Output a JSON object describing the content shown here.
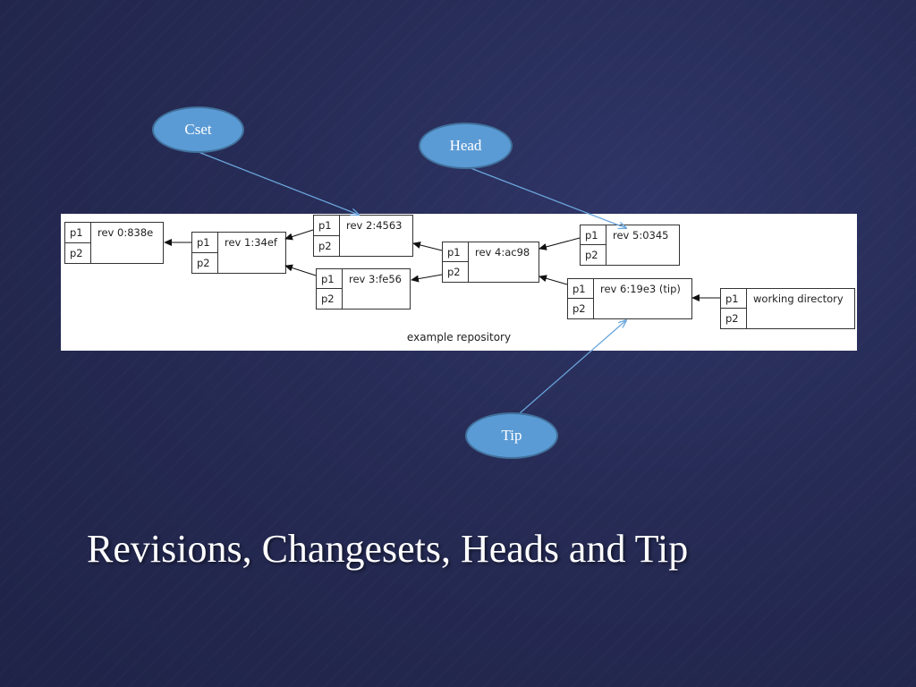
{
  "slide": {
    "title": "Revisions, Changesets, Heads and Tip"
  },
  "diagram": {
    "caption": "example repository",
    "parent_labels": {
      "p1": "p1",
      "p2": "p2"
    },
    "nodes": [
      {
        "id": "rev0",
        "rev": "rev 0:838e"
      },
      {
        "id": "rev1",
        "rev": "rev 1:34ef"
      },
      {
        "id": "rev2",
        "rev": "rev 2:4563"
      },
      {
        "id": "rev3",
        "rev": "rev 3:fe56"
      },
      {
        "id": "rev4",
        "rev": "rev 4:ac98"
      },
      {
        "id": "rev5",
        "rev": "rev 5:0345"
      },
      {
        "id": "rev6",
        "rev": "rev 6:19e3 (tip)"
      },
      {
        "id": "wd",
        "rev": "working directory"
      }
    ],
    "edges": [
      {
        "from": "rev1",
        "to": "rev0"
      },
      {
        "from": "rev2",
        "to": "rev1"
      },
      {
        "from": "rev3",
        "to": "rev1"
      },
      {
        "from": "rev4",
        "to": "rev2"
      },
      {
        "from": "rev4",
        "to": "rev3"
      },
      {
        "from": "rev5",
        "to": "rev4"
      },
      {
        "from": "rev6",
        "to": "rev4"
      },
      {
        "from": "wd",
        "to": "rev6"
      }
    ]
  },
  "callouts": [
    {
      "id": "cset",
      "label": "Cset",
      "points_to": "rev2"
    },
    {
      "id": "head",
      "label": "Head",
      "points_to": "rev5"
    },
    {
      "id": "tip",
      "label": "Tip",
      "points_to": "rev6"
    }
  ],
  "colors": {
    "bubble_fill": "#5b9bd5",
    "bubble_border": "#41719c",
    "callout_line": "#6aa6dc",
    "background": "#262b55"
  }
}
